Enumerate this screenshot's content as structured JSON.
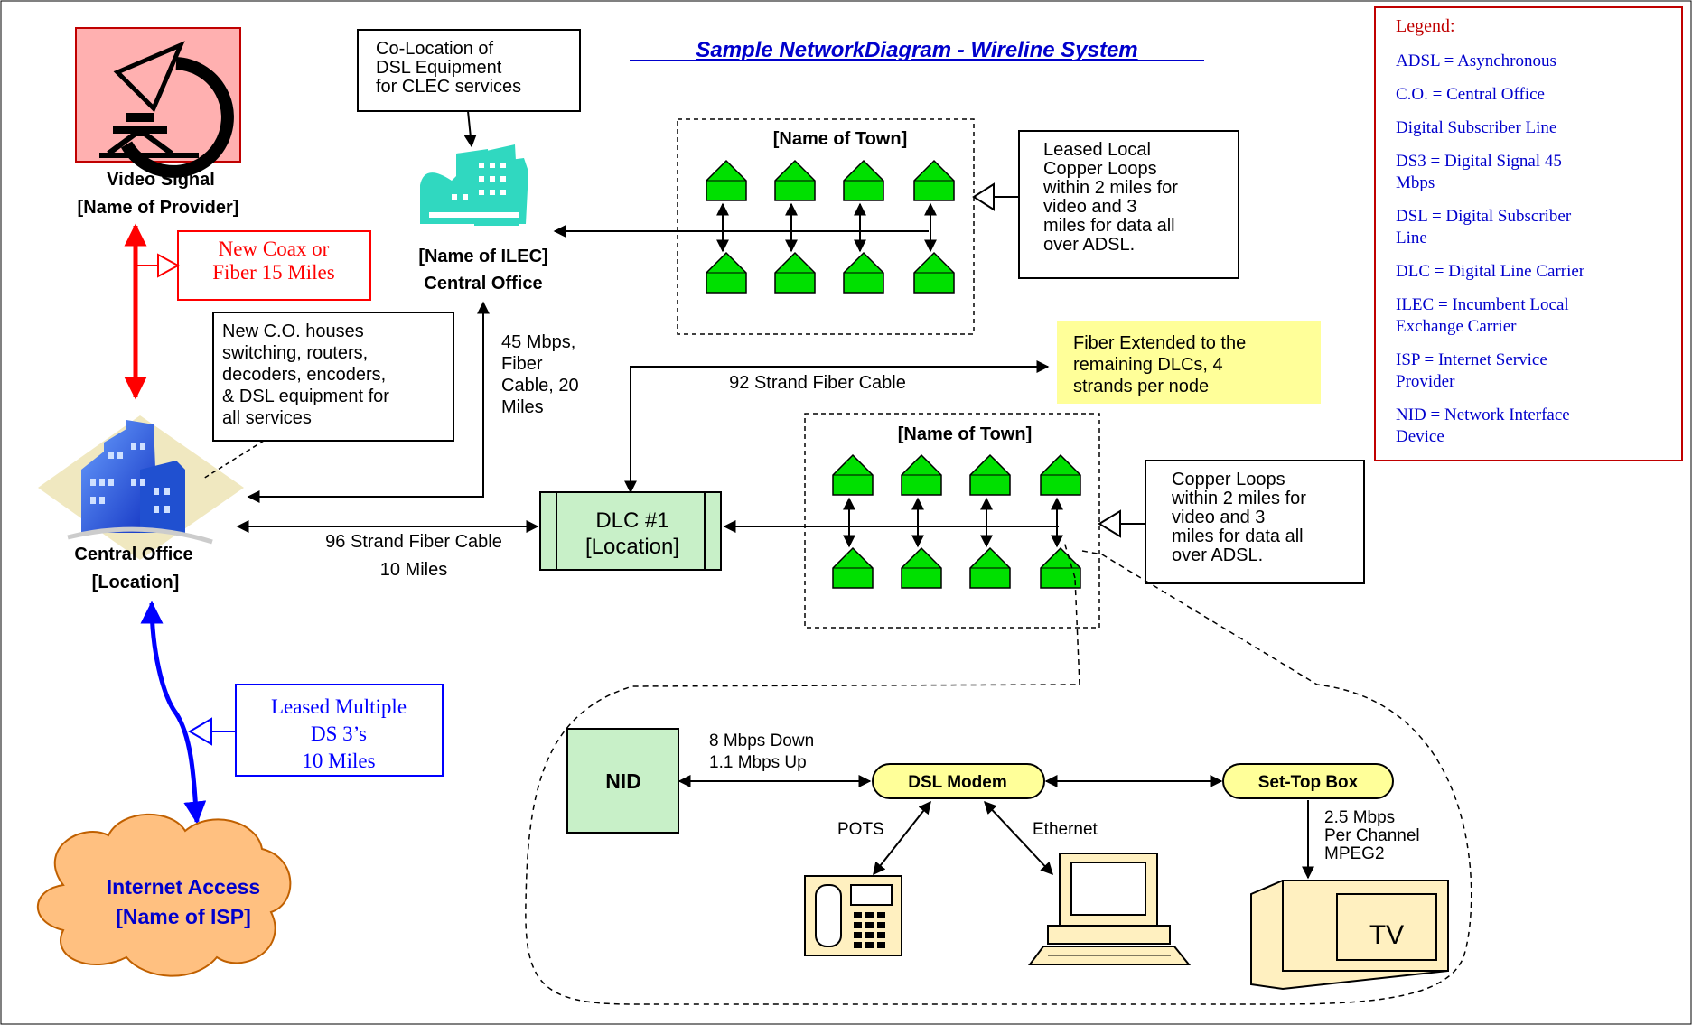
{
  "title": "Sample NetworkDiagram -  Wireline System",
  "legend": {
    "heading": "Legend:",
    "items": [
      [
        "ADSL = Asynchronous"
      ],
      [
        "C.O. = Central Office"
      ],
      [
        "Digital Subscriber Line"
      ],
      [
        "DS3 = Digital Signal 45",
        "Mbps"
      ],
      [
        "DSL = Digital Subscriber",
        "Line"
      ],
      [
        "DLC = Digital Line Carrier"
      ],
      [
        "ILEC = Incumbent Local",
        "Exchange Carrier"
      ],
      [
        "ISP = Internet Service",
        "Provider"
      ],
      [
        "NID = Network Interface",
        "Device"
      ]
    ]
  },
  "video": {
    "line1": "Video Signal",
    "line2": "[Name of Provider]"
  },
  "coax_note": {
    "line1": "New Coax or",
    "line2": "Fiber 15 Miles"
  },
  "colocation": {
    "lines": [
      "Co-Location of",
      "DSL Equipment",
      "for CLEC services"
    ]
  },
  "ilec": {
    "line1": "[Name of ILEC]",
    "line2": "Central Office"
  },
  "town_top": {
    "label": "[Name of Town]"
  },
  "leased_loops": {
    "lines": [
      "Leased Local",
      "Copper Loops",
      "within 2 miles for",
      "video and 3",
      "miles for data all",
      "over ADSL."
    ]
  },
  "new_co": {
    "lines": [
      "New C.O. houses",
      "switching, routers,",
      "decoders, encoders,",
      "& DSL equipment for",
      "all services"
    ]
  },
  "fiber45": {
    "lines": [
      "45 Mbps,",
      "Fiber",
      "Cable, 20",
      "Miles"
    ]
  },
  "fiber92": {
    "label": "92 Strand Fiber Cable"
  },
  "fiber_ext": {
    "lines": [
      "Fiber Extended to the",
      "remaining DLCs, 4",
      "strands per node"
    ]
  },
  "central_office": {
    "line1": "Central Office",
    "line2": "[Location]"
  },
  "fiber96": {
    "line1": "96 Strand Fiber Cable",
    "line2": "10 Miles"
  },
  "dlc": {
    "line1": "DLC #1",
    "line2": "[Location]"
  },
  "town_mid": {
    "label": "[Name of Town]"
  },
  "copper_loops": {
    "lines": [
      "Copper Loops",
      "within 2 miles for",
      "video and 3",
      "miles for data all",
      "over ADSL."
    ]
  },
  "leased_ds3": {
    "lines": [
      "Leased Multiple",
      "DS 3’s",
      "10 Miles"
    ]
  },
  "internet": {
    "line1": "Internet Access",
    "line2": "[Name of ISP]"
  },
  "nid": {
    "label": "NID"
  },
  "speed": {
    "line1": "8 Mbps Down",
    "line2": "1.1 Mbps Up"
  },
  "dsl_modem": {
    "label": "DSL Modem"
  },
  "stb": {
    "label": "Set-Top Box"
  },
  "pots": {
    "label": "POTS"
  },
  "ethernet": {
    "label": "Ethernet"
  },
  "channel": {
    "lines": [
      "2.5 Mbps",
      "Per Channel",
      "MPEG2"
    ]
  },
  "tv": {
    "label": "TV"
  },
  "colors": {
    "green_house": "#00e000",
    "dlc_fill": "#c8f0c8",
    "legend_text": "#0000cc",
    "legend_border": "#c00000",
    "red_link": "#ff0000",
    "blue_link": "#0000ff",
    "fiber_ext_fill": "#ffff99",
    "modem_fill": "#ffff99",
    "cloud_fill": "#ffc080"
  }
}
